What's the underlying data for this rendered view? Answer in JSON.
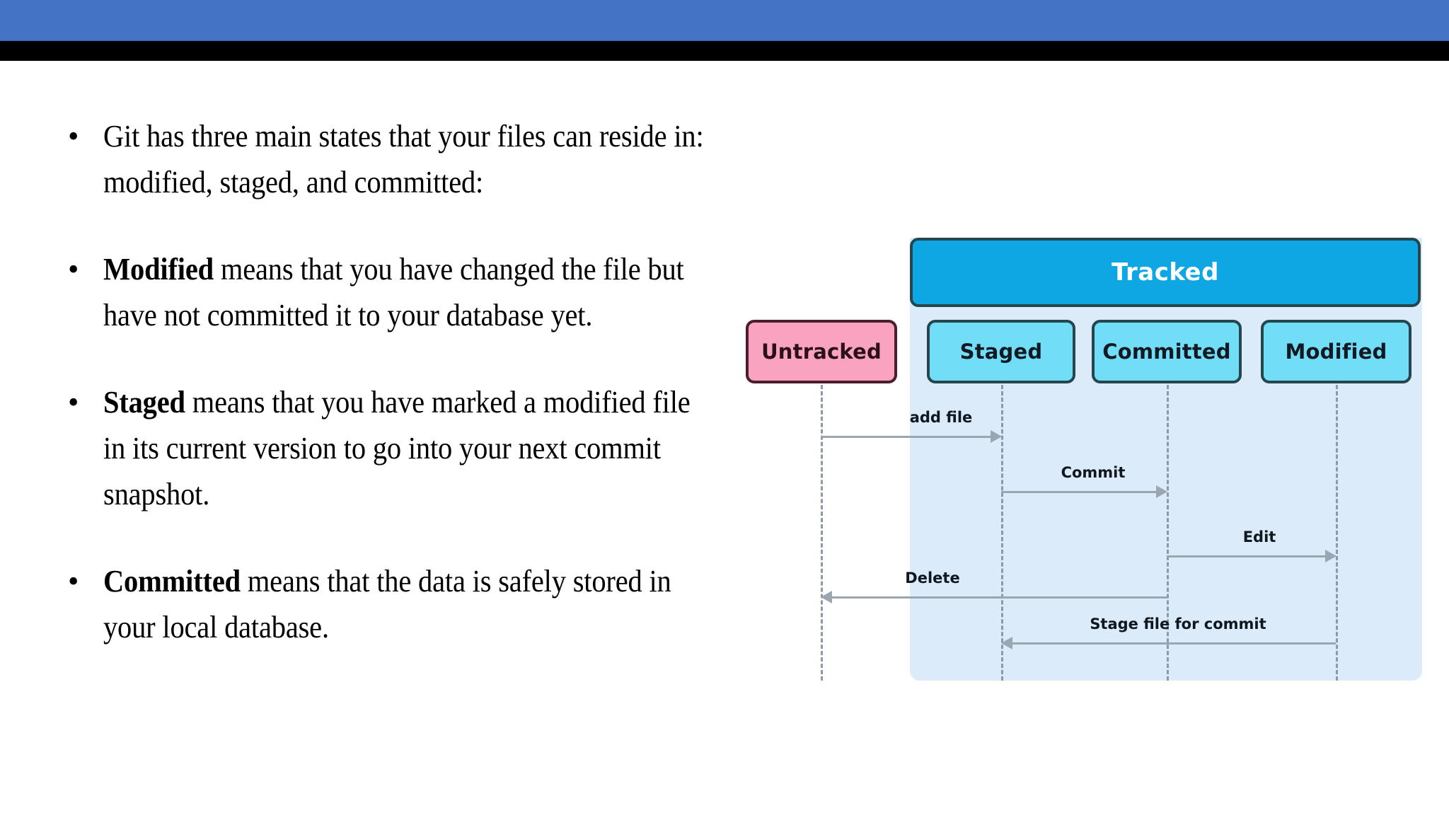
{
  "slide": {
    "top_bar_color": "#4472C4",
    "accent_black": "#000000"
  },
  "bullets": [
    {
      "marker": "•",
      "bold_lead": "",
      "text": "Git has three main states that your files can reside in: modified, staged, and committed:"
    },
    {
      "marker": "•",
      "bold_lead": "Modified",
      "text": " means that you have changed the file but have not committed it to your database yet."
    },
    {
      "marker": "•",
      "bold_lead": "Staged",
      "text": " means that you have marked a modified file in its current version to go into your next commit snapshot."
    },
    {
      "marker": "•",
      "bold_lead": "Committed",
      "text": " means that the data is safely stored in your local database."
    }
  ],
  "diagram": {
    "tracked_group_label": "Tracked",
    "tracked_group_color": "#0FA6E4",
    "tracked_region_color": "#DCEBF9",
    "nodes": [
      {
        "id": "untracked",
        "label": "Untracked",
        "color": "#F9A3C0"
      },
      {
        "id": "staged",
        "label": "Staged",
        "color": "#72DDF7"
      },
      {
        "id": "committed",
        "label": "Committed",
        "color": "#72DDF7"
      },
      {
        "id": "modified",
        "label": "Modified",
        "color": "#72DDF7"
      }
    ],
    "messages": [
      {
        "id": "add-file",
        "label": "add file",
        "from": "untracked",
        "to": "staged",
        "direction": "right"
      },
      {
        "id": "commit",
        "label": "Commit",
        "from": "staged",
        "to": "committed",
        "direction": "right"
      },
      {
        "id": "edit",
        "label": "Edit",
        "from": "committed",
        "to": "modified",
        "direction": "right"
      },
      {
        "id": "delete",
        "label": "Delete",
        "from": "committed",
        "to": "untracked",
        "direction": "left"
      },
      {
        "id": "stage-for-commit",
        "label": "Stage file for commit",
        "from": "modified",
        "to": "staged",
        "direction": "left"
      }
    ]
  }
}
